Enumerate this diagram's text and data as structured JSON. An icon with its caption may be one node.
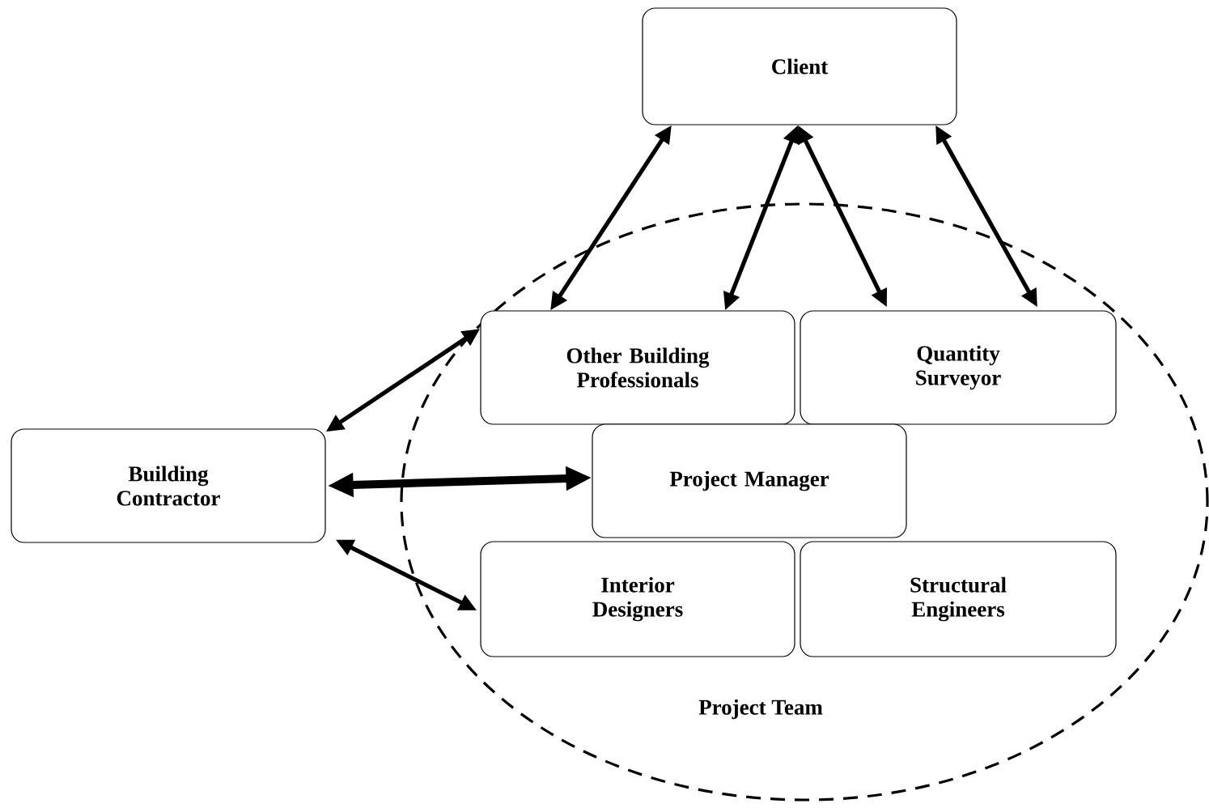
{
  "diagram": {
    "nodes": [
      {
        "text": [
          "Client"
        ]
      },
      {
        "text": [
          "Project Team"
        ]
      },
      {
        "text": [
          "Other Building Professionals"
        ],
        "in": 1
      },
      {
        "text": [
          "Quantity Surveyor"
        ],
        "in": 1
      },
      {
        "text": [
          "Building Contractor"
        ]
      },
      {
        "text": [
          "Project Manager"
        ],
        "in": 1
      },
      {
        "text": [
          "Interior Designers"
        ],
        "in": 1
      },
      {
        "text": [
          "Structural Engineers"
        ],
        "in": 1
      }
    ],
    "edges": [
      {
        "from": 0,
        "to": 2,
        "arrow": "both"
      },
      {
        "from": 0,
        "to": 2,
        "arrow": "both"
      },
      {
        "from": 0,
        "to": 3,
        "arrow": "both"
      },
      {
        "from": 0,
        "to": 3,
        "arrow": "both"
      },
      {
        "from": 4,
        "to": 2,
        "arrow": "both"
      },
      {
        "from": 4,
        "to": 5,
        "arrow": "both",
        "style": "thick"
      },
      {
        "from": 4,
        "to": 6,
        "arrow": "both"
      }
    ]
  }
}
